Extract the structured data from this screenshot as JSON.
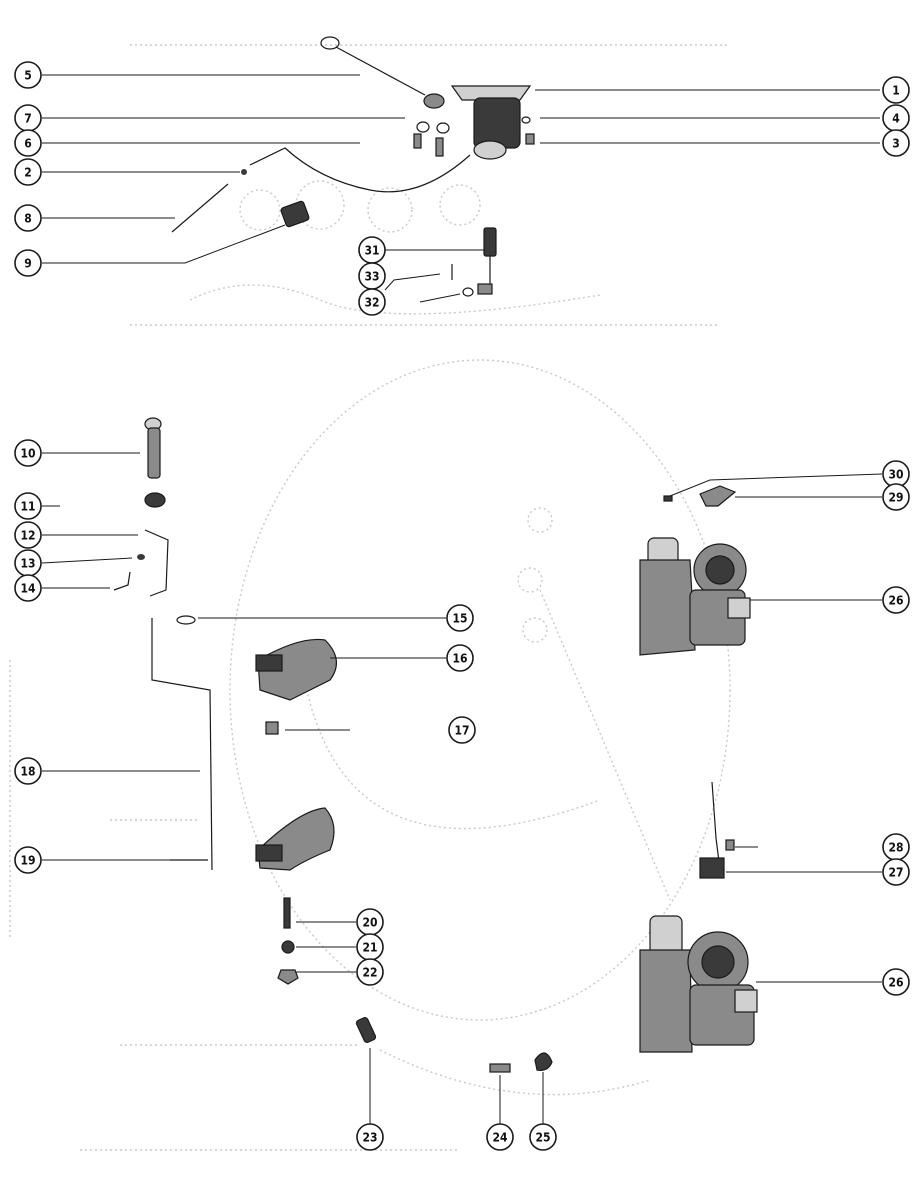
{
  "callouts": [
    {
      "num": "1"
    },
    {
      "num": "4"
    },
    {
      "num": "3"
    },
    {
      "num": "5"
    },
    {
      "num": "7"
    },
    {
      "num": "6"
    },
    {
      "num": "2"
    },
    {
      "num": "8"
    },
    {
      "num": "9"
    },
    {
      "num": "31"
    },
    {
      "num": "33"
    },
    {
      "num": "32"
    },
    {
      "num": "10"
    },
    {
      "num": "11"
    },
    {
      "num": "12"
    },
    {
      "num": "13"
    },
    {
      "num": "14"
    },
    {
      "num": "15"
    },
    {
      "num": "16"
    },
    {
      "num": "17"
    },
    {
      "num": "18"
    },
    {
      "num": "19"
    },
    {
      "num": "20"
    },
    {
      "num": "21"
    },
    {
      "num": "22"
    },
    {
      "num": "23"
    },
    {
      "num": "24"
    },
    {
      "num": "25"
    },
    {
      "num": "30"
    },
    {
      "num": "29"
    },
    {
      "num": "26"
    },
    {
      "num": "28"
    },
    {
      "num": "27"
    },
    {
      "num": "26"
    }
  ],
  "colors": {
    "ink": "#1a1a1a",
    "ghost": "#c8c8c8",
    "paper": "#ffffff"
  }
}
